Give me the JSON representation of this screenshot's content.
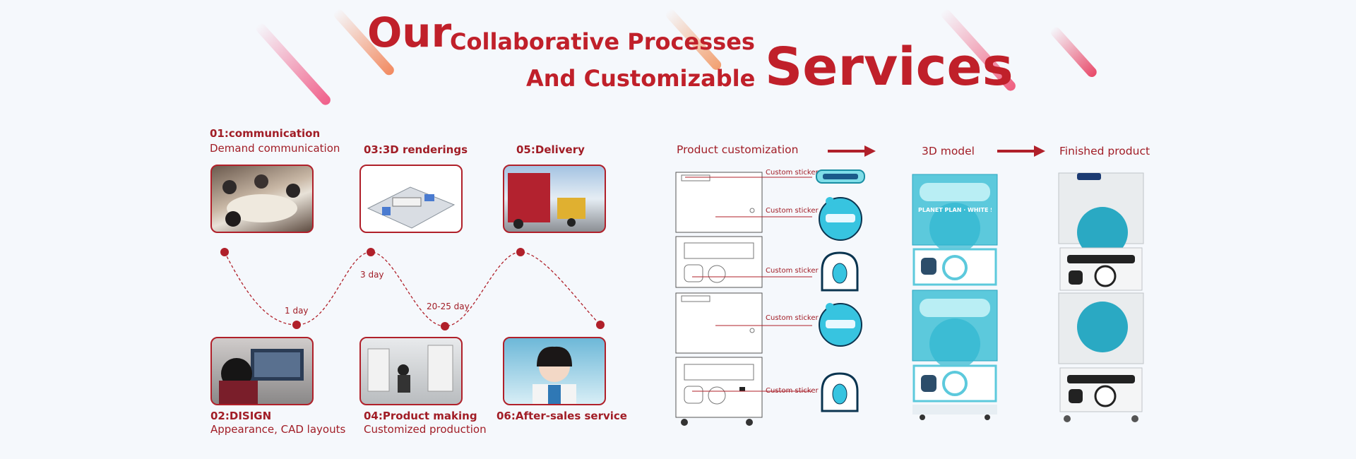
{
  "header": {
    "our": "Our",
    "line1": "Collaborative Processes",
    "line2": "And Customizable",
    "services": "Services"
  },
  "steps": [
    {
      "title": "01:communication",
      "subtitle": "Demand communication",
      "photo": "meeting-photo"
    },
    {
      "title": "02:DISIGN",
      "subtitle": "Appearance, CAD layouts",
      "photo": "designer-photo"
    },
    {
      "title": "03:3D renderings",
      "subtitle": "",
      "photo": "render-photo"
    },
    {
      "title": "04:Product making",
      "subtitle": "Customized production",
      "photo": "factory-photo"
    },
    {
      "title": "05:Delivery",
      "subtitle": "",
      "photo": "truck-photo"
    },
    {
      "title": "06:After-sales service",
      "subtitle": "",
      "photo": "support-photo"
    }
  ],
  "durations": [
    "1 day",
    "3 day",
    "20-25 day"
  ],
  "customization": {
    "heading": "Product customization",
    "sticker_label": "Custom sticker",
    "model_heading": "3D model",
    "finished_heading": "Finished product",
    "brand_text": "PLANET PLAN · WHITE STAR"
  },
  "colors": {
    "accent": "#c0202a",
    "bg": "#f5f8fc",
    "cyan": "#2fc6dd"
  }
}
